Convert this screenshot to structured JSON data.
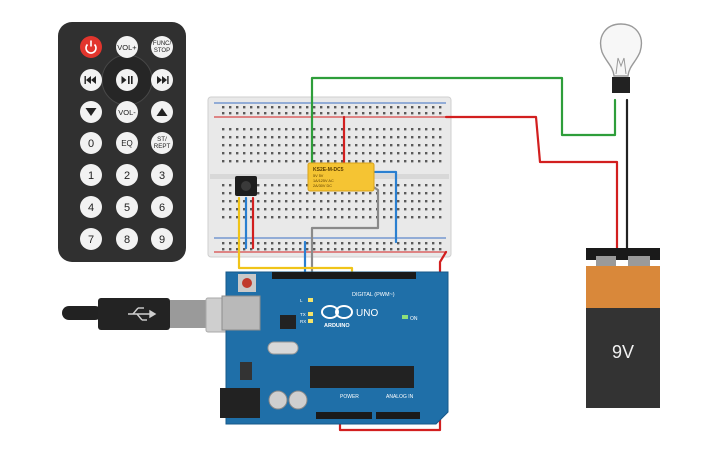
{
  "remote": {
    "buttons": {
      "power": "",
      "vol_up": "VOL+",
      "func_stop": "FUNC/\nSTOP",
      "prev": "",
      "play_pause": "",
      "next": "",
      "down": "",
      "vol_down": "VOL-",
      "up": "",
      "zero": "0",
      "eq": "EQ",
      "st_rept": "ST/\nREPT",
      "one": "1",
      "two": "2",
      "three": "3",
      "four": "4",
      "five": "5",
      "six": "6",
      "seven": "7",
      "eight": "8",
      "nine": "9"
    },
    "icons": {
      "power": "power-icon",
      "prev": "skip-back-icon",
      "play_pause": "play-pause-icon",
      "next": "skip-forward-icon",
      "down": "triangle-down-icon",
      "up": "triangle-up-icon"
    }
  },
  "relay": {
    "model": "KS2E-M-DC5",
    "line1": "5V 5V",
    "line2": "1A/125V AC",
    "line3": "2A/30V DC"
  },
  "arduino": {
    "brand": "ARDUINO",
    "model": "UNO",
    "digital_label": "DIGITAL (PWM~)",
    "analog_label": "ANALOG IN",
    "power_label": "POWER",
    "on_label": "ON",
    "l_label": "L",
    "tx_label": "TX",
    "rx_label": "RX"
  },
  "battery": {
    "voltage": "9V"
  },
  "colors": {
    "wire_green": "#2e9e3a",
    "wire_red": "#d21f1f",
    "wire_blue": "#2a7fd0",
    "wire_yellow": "#f0c419",
    "wire_gray": "#8a8a8a",
    "board_blue": "#1f6fa8",
    "relay_yellow": "#f5c433",
    "battery_orange": "#d9883a",
    "remote_body": "#2f2f2f",
    "power_button": "#e2352d"
  }
}
